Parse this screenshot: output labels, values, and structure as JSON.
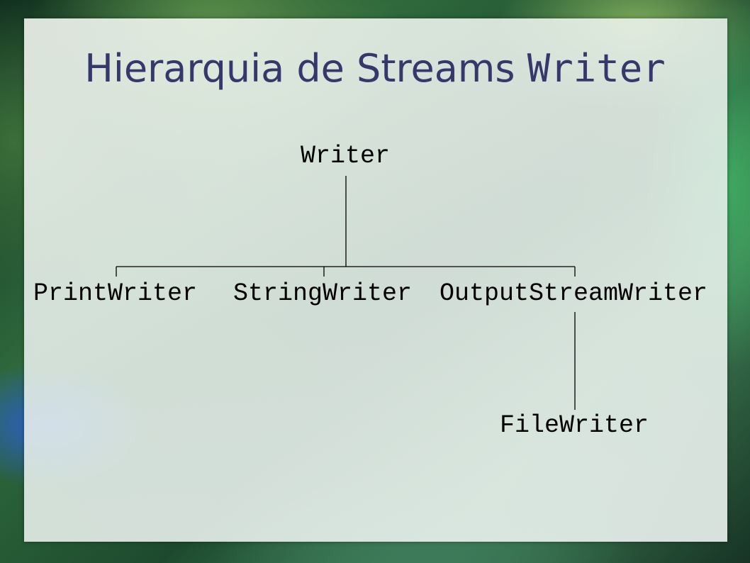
{
  "slide": {
    "title_part1": "Hierarquia de Streams ",
    "title_part2": "Writer"
  },
  "diagram": {
    "root": "Writer",
    "level1": [
      "PrintWriter",
      "StringWriter",
      "OutputStreamWriter"
    ],
    "level2": [
      "FileWriter"
    ],
    "line_color": "#000000",
    "title_color": "#34386a"
  }
}
